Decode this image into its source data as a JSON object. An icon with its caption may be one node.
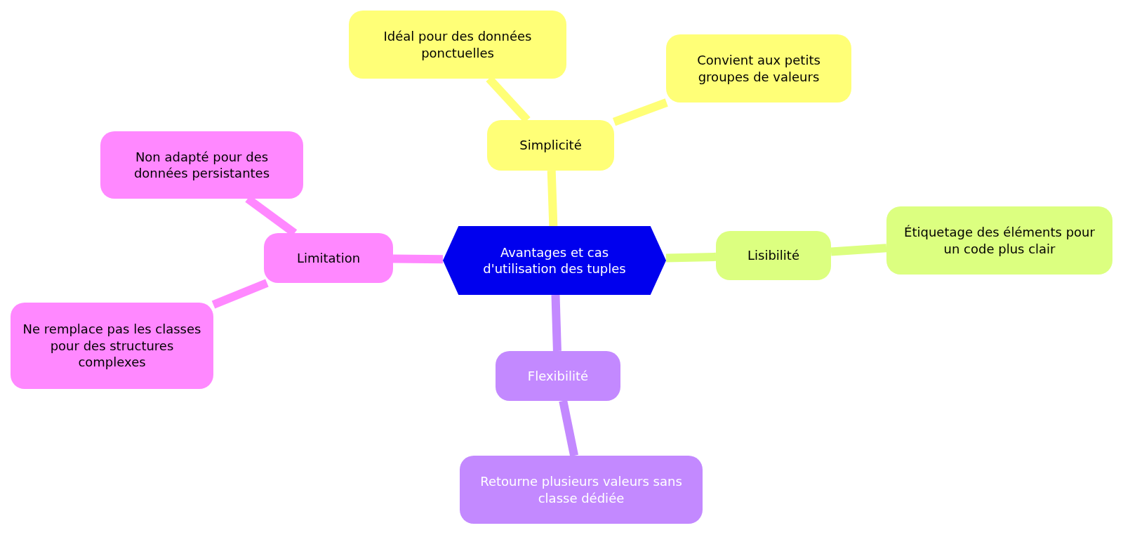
{
  "diagram": {
    "nodes": [
      {
        "text": [
          "Avantages et cas d'utilisation des tuples"
        ]
      },
      {
        "text": [
          "Simplicité"
        ]
      },
      {
        "text": [
          "Idéal pour des données ponctuelles"
        ]
      },
      {
        "text": [
          "Convient aux petits groupes de valeurs"
        ]
      },
      {
        "text": [
          "Lisibilité"
        ]
      },
      {
        "text": [
          "Étiquetage des éléments pour un code plus clair"
        ]
      },
      {
        "text": [
          "Flexibilité"
        ]
      },
      {
        "text": [
          "Retourne plusieurs valeurs sans classe dédiée"
        ]
      },
      {
        "text": [
          "Limitation"
        ]
      },
      {
        "text": [
          "Non adapté pour des données persistantes"
        ]
      },
      {
        "text": [
          "Ne remplace pas les classes pour des structures complexes"
        ]
      }
    ],
    "edges": [
      {
        "from": 0,
        "to": 1,
        "arrow": "none",
        "color": "#ffff77"
      },
      {
        "from": 1,
        "to": 2,
        "arrow": "none",
        "color": "#ffff77"
      },
      {
        "from": 1,
        "to": 3,
        "arrow": "none",
        "color": "#ffff77"
      },
      {
        "from": 0,
        "to": 4,
        "arrow": "none",
        "color": "#dcff80"
      },
      {
        "from": 4,
        "to": 5,
        "arrow": "none",
        "color": "#dcff80"
      },
      {
        "from": 0,
        "to": 6,
        "arrow": "none",
        "color": "#c389ff"
      },
      {
        "from": 6,
        "to": 7,
        "arrow": "none",
        "color": "#c389ff"
      },
      {
        "from": 0,
        "to": 8,
        "arrow": "none",
        "color": "#ff88ff"
      },
      {
        "from": 8,
        "to": 9,
        "arrow": "none",
        "color": "#ff88ff"
      },
      {
        "from": 8,
        "to": 10,
        "arrow": "none",
        "color": "#ff88ff"
      }
    ]
  }
}
